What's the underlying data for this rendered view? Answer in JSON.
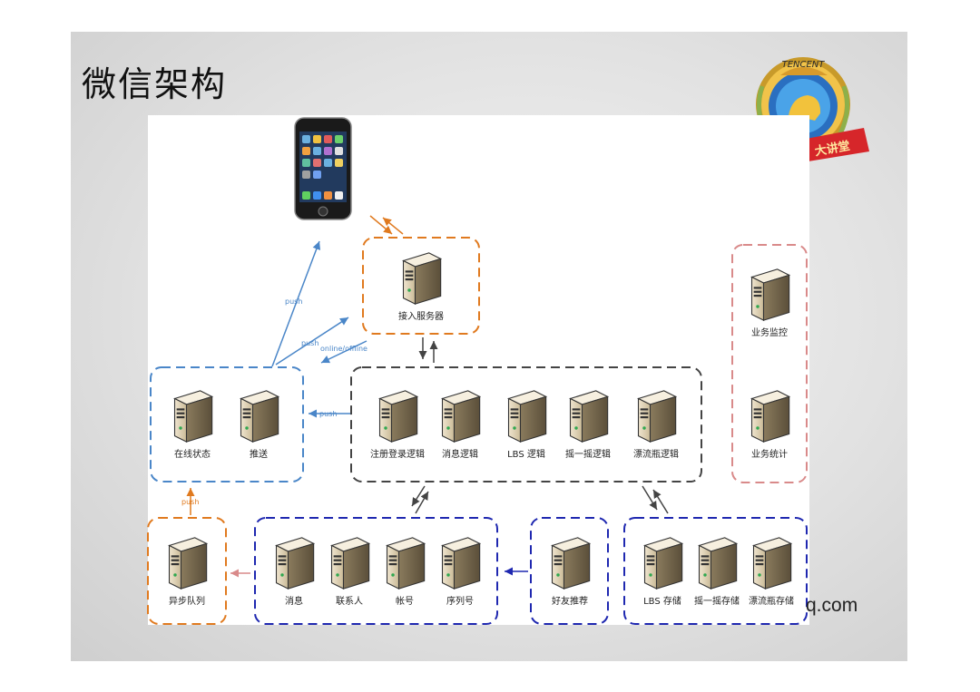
{
  "slide": {
    "title": "微信架构",
    "url_fragment": "q.com",
    "badge": {
      "top_text": "TENCENT",
      "ribbon_text": "大讲堂"
    }
  },
  "diagram": {
    "colors": {
      "orange": "#E07A1F",
      "blue": "#1F28B0",
      "lightblue": "#4A86C8",
      "gray": "#444444",
      "pink": "#D98A8A"
    },
    "groups": {
      "access": {
        "node": "接入服务器"
      },
      "status": {
        "nodes": [
          "在线状态",
          "推送"
        ]
      },
      "logic": {
        "nodes": [
          "注册登录逻辑",
          "消息逻辑",
          "LBS 逻辑",
          "摇一摇逻辑",
          "漂流瓶逻辑"
        ]
      },
      "monitor": {
        "nodes": [
          "业务监控",
          "业务统计"
        ]
      },
      "queue": {
        "node": "异步队列"
      },
      "storage_main": {
        "nodes": [
          "消息",
          "联系人",
          "帐号",
          "序列号"
        ]
      },
      "recommend": {
        "node": "好友推荐"
      },
      "storage_ext": {
        "nodes": [
          "LBS 存储",
          "摇一摇存储",
          "漂流瓶存储"
        ]
      }
    },
    "edge_labels": {
      "push1": "push",
      "push2": "push",
      "online": "online/offline",
      "push3": "push",
      "push4": "push"
    }
  }
}
